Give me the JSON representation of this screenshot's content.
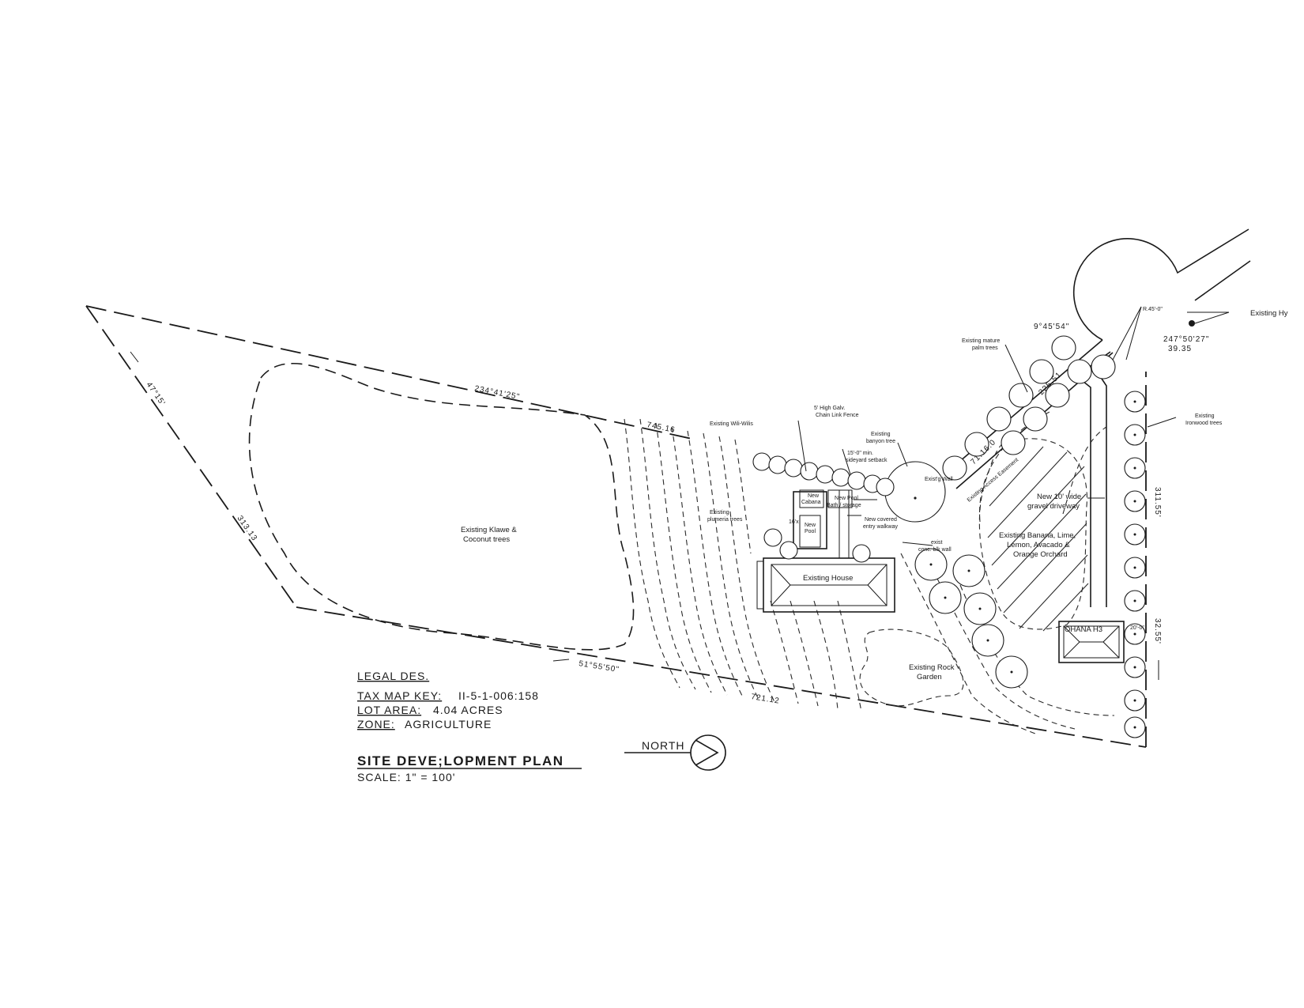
{
  "legal": {
    "heading": "LEGAL DES.",
    "tax_map_key_label": "TAX MAP KEY:",
    "tax_map_key_value": "II-5-1-006:158",
    "lot_area_label": "LOT AREA:",
    "lot_area_value": "4.04 ACRES",
    "zone_label": "ZONE:",
    "zone_value": "AGRICULTURE"
  },
  "title": {
    "main": "SITE DEVE;LOPMENT PLAN",
    "scale": "SCALE: 1\" = 100'"
  },
  "north": {
    "label": "NORTH"
  },
  "dimensions": {
    "bearing_top": "234°41'25\"",
    "length_top": "745.16",
    "bearing_left_upper": "47°15'",
    "length_left": "313.13",
    "bearing_bottom": "51°55'50\"",
    "length_bottom": "721.12",
    "bearing_corner": "9°45'54\"",
    "radius": "R.45'-0\"",
    "arc_angle": "247°50'27\"",
    "arc_length": "39.35",
    "length_road_top": "225.51",
    "length_road_mid": "71.16.0",
    "length_right": "311.55'",
    "length_right_lower": "32.55'",
    "ohana_offset": "20'-0\""
  },
  "labels": {
    "klawe": "Existing Klawe &",
    "coconut": "Coconut trees",
    "wiliwili": "Existing Wili-Wilis",
    "fence_1": "5' High Galv.",
    "fence_2": "Chain Link Fence",
    "setback_1": "15'-0\" min.",
    "setback_2": "sideyard setback",
    "banyan_1": "Existing",
    "banyan_2": "banyon tree",
    "mature_palm_1": "Existing mature",
    "mature_palm_2": "palm trees",
    "ironwood_1": "Existing",
    "ironwood_2": "Ironwood trees",
    "existing_hydrant": "Existing Hy",
    "plumeria_1": "Existing",
    "plumeria_2": "plumeria trees",
    "cabana_1": "New",
    "cabana_2": "Cabana",
    "pool_1": "New",
    "pool_2": "Pool",
    "pool_dim": "16'x",
    "new_pool_shed": "New Pool",
    "new_pool_shed_2": "Bath / storage",
    "walkway_1": "New covered",
    "walkway_2": "entry walkway",
    "exist_wall_1": "exist",
    "exist_wall_2": "conc. blk wall",
    "existing_wall_top": "Exist'g Wall",
    "existing_house": "Existing House",
    "easement": "Existing Access Easement",
    "driveway_1": "New 10' wide",
    "driveway_2": "gravel driveway",
    "orchard_1": "Existing Banana, Lime,",
    "orchard_2": "Lemon, Avacado &",
    "orchard_3": "Orange Orchard",
    "ohana": "OHANA H3",
    "rock_1": "Existing Rock",
    "rock_2": "Garden"
  }
}
